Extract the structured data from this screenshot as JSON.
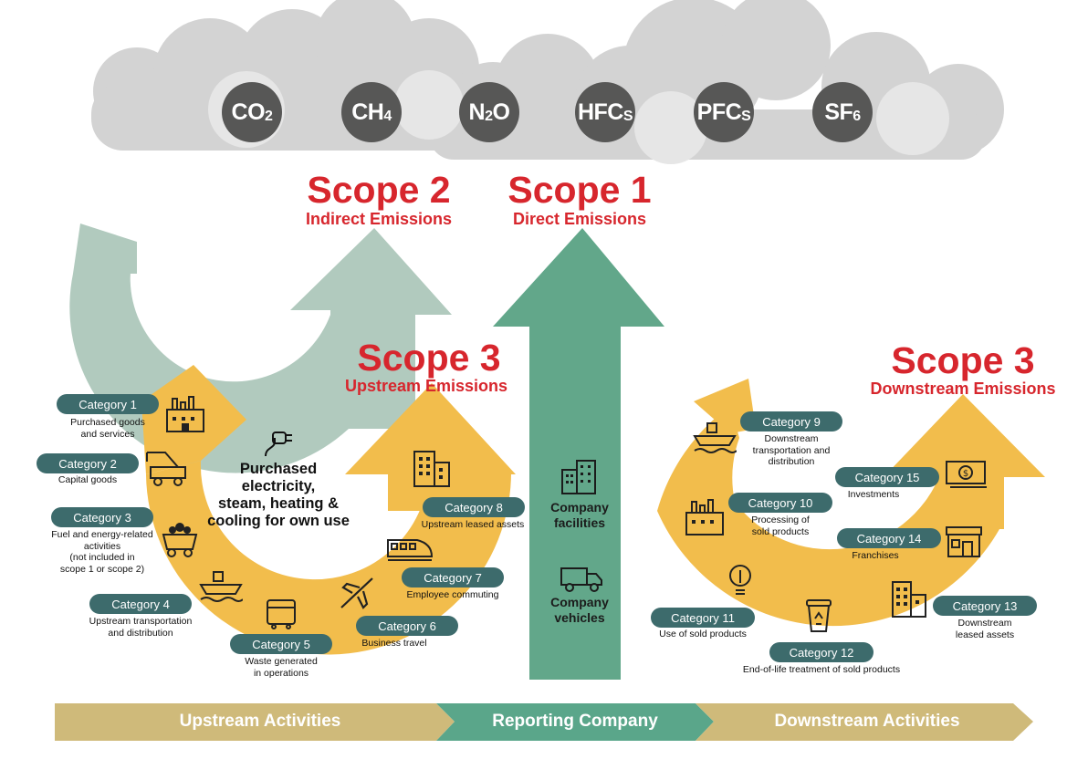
{
  "gases": [
    {
      "main": "CO",
      "sub": "2"
    },
    {
      "main": "CH",
      "sub": "4"
    },
    {
      "main": "N",
      "sub": "2",
      "tail": "O"
    },
    {
      "main": "HFC",
      "sub": "S"
    },
    {
      "main": "PFC",
      "sub": "S"
    },
    {
      "main": "SF",
      "sub": "6"
    }
  ],
  "scope2": {
    "title": "Scope 2",
    "subtitle": "Indirect Emissions"
  },
  "scope1": {
    "title": "Scope 1",
    "subtitle": "Direct Emissions"
  },
  "scope3_up": {
    "title": "Scope 3",
    "subtitle": "Upstream Emissions"
  },
  "scope3_down": {
    "title": "Scope 3",
    "subtitle": "Downstream Emissions"
  },
  "scope2_text": "Purchased electricity,\nsteam, heating &\ncooling for own use",
  "company_facilities": "Company\nfacilities",
  "company_vehicles": "Company\nvehicles",
  "categories": [
    {
      "label": "Category 1",
      "caption": "Purchased goods\nand services"
    },
    {
      "label": "Category 2",
      "caption": "Capital goods"
    },
    {
      "label": "Category 3",
      "caption": "Fuel and energy-related\nactivities\n(not included in\nscope 1 or scope 2)"
    },
    {
      "label": "Category 4",
      "caption": "Upstream transportation\nand distribution"
    },
    {
      "label": "Category 5",
      "caption": "Waste generated\nin operations"
    },
    {
      "label": "Category 6",
      "caption": "Business travel"
    },
    {
      "label": "Category 7",
      "caption": "Employee commuting"
    },
    {
      "label": "Category 8",
      "caption": "Upstream leased assets"
    },
    {
      "label": "Category 9",
      "caption": "Downstream\ntransportation and\ndistribution"
    },
    {
      "label": "Category 10",
      "caption": "Processing of\nsold products"
    },
    {
      "label": "Category 11",
      "caption": "Use of sold products"
    },
    {
      "label": "Category 12",
      "caption": "End-of-life treatment of sold products"
    },
    {
      "label": "Category 13",
      "caption": "Downstream\nleased assets"
    },
    {
      "label": "Category 14",
      "caption": "Franchises"
    },
    {
      "label": "Category 15",
      "caption": "Investments"
    }
  ],
  "bands": {
    "upstream": "Upstream Activities",
    "reporting": "Reporting Company",
    "downstream": "Downstream Activities"
  },
  "colors": {
    "scope_red": "#d7262d",
    "scope3_yellow": "#f2bd4c",
    "scope1_green": "#62a78a",
    "scope2_sage": "#b1cabe",
    "pill_teal": "#3d6b6c",
    "cloud_grey": "#d3d3d3",
    "gas_dark": "#575756",
    "band_tan": "#cfba7a",
    "band_green": "#5aa68a"
  }
}
